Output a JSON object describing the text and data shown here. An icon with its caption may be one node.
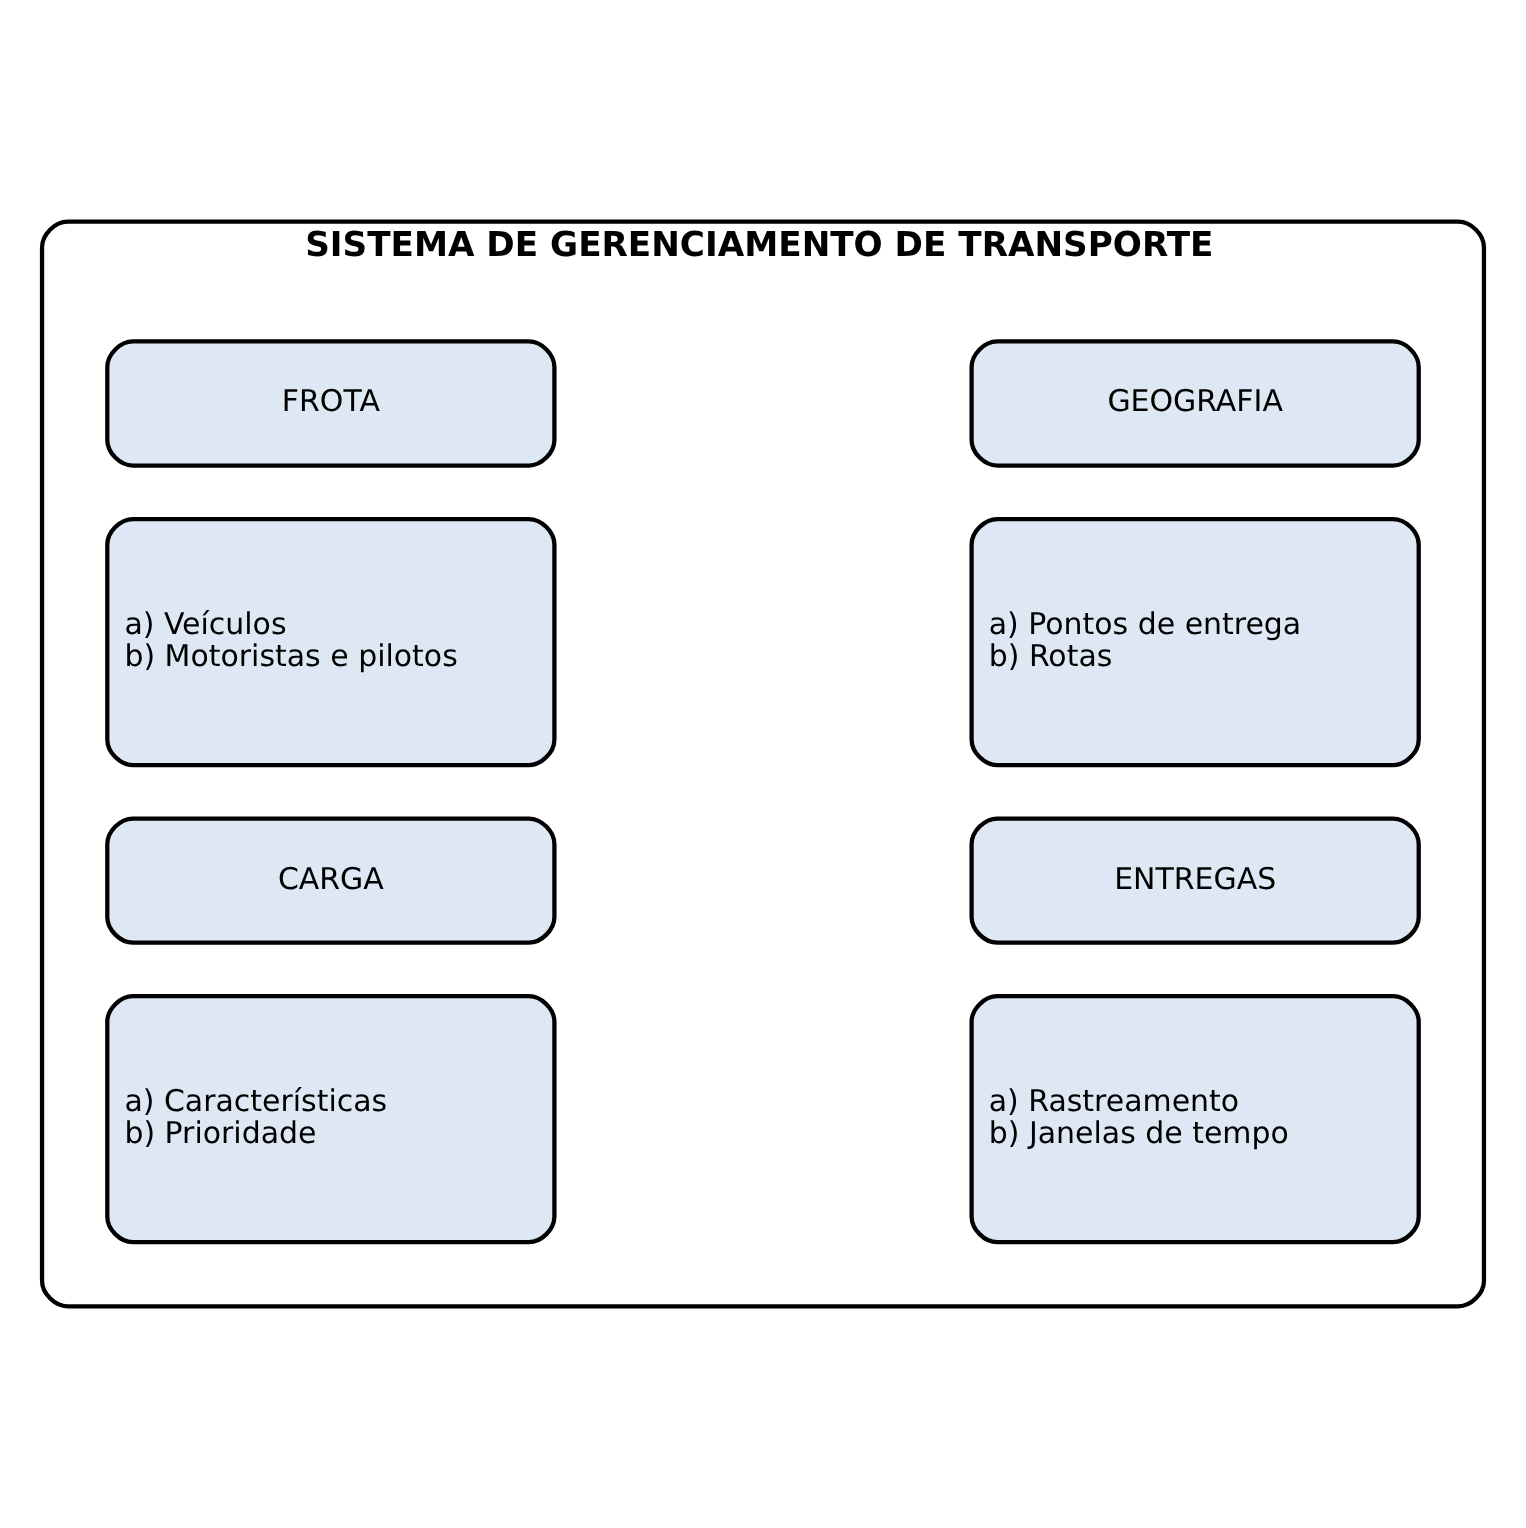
{
  "diagram": {
    "nodes": [
      {
        "text": [
          "SISTEMA DE GERENCIAMENTO DE TRANSPORTE"
        ]
      },
      {
        "text": [
          "FROTA"
        ],
        "in": 0
      },
      {
        "text": [
          "GEOGRAFIA"
        ],
        "in": 0
      },
      {
        "text": [
          "a) Veículos",
          "b) Motoristas e pilotos"
        ],
        "in": 0
      },
      {
        "text": [
          "a) Pontos de entrega",
          "b) Rotas"
        ],
        "in": 0
      },
      {
        "text": [
          "CARGA"
        ],
        "in": 0
      },
      {
        "text": [
          "ENTREGAS"
        ],
        "in": 0
      },
      {
        "text": [
          "a) Características",
          "b) Prioridade"
        ],
        "in": 0
      },
      {
        "text": [
          "a) Rastreamento",
          "b) Janelas de tempo"
        ],
        "in": 0
      }
    ]
  }
}
